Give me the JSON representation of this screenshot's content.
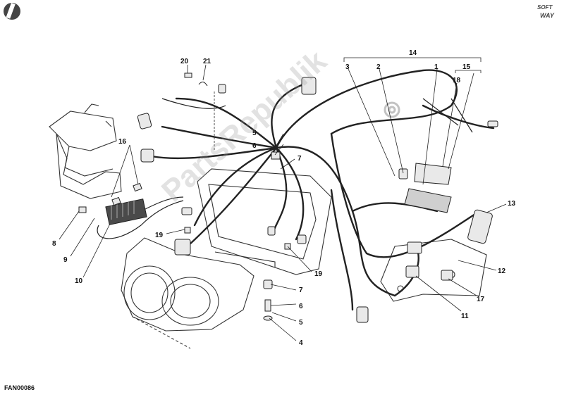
{
  "diagram": {
    "code": "FAN00086",
    "logo_line1": "SOFT",
    "logo_line2": "WAY",
    "watermark": "PartsRepublik",
    "callouts": [
      "1",
      "2",
      "3",
      "4",
      "5",
      "5",
      "6",
      "6",
      "7",
      "7",
      "8",
      "9",
      "10",
      "11",
      "12",
      "13",
      "14",
      "15",
      "16",
      "17",
      "18",
      "19",
      "19",
      "20",
      "21"
    ]
  },
  "colors": {
    "line": "#222222",
    "part_fill": "#e9e9e9",
    "dark_part": "#4a4a4a"
  },
  "icons": [
    "corner-badge-icon",
    "gear-watermark-icon"
  ]
}
